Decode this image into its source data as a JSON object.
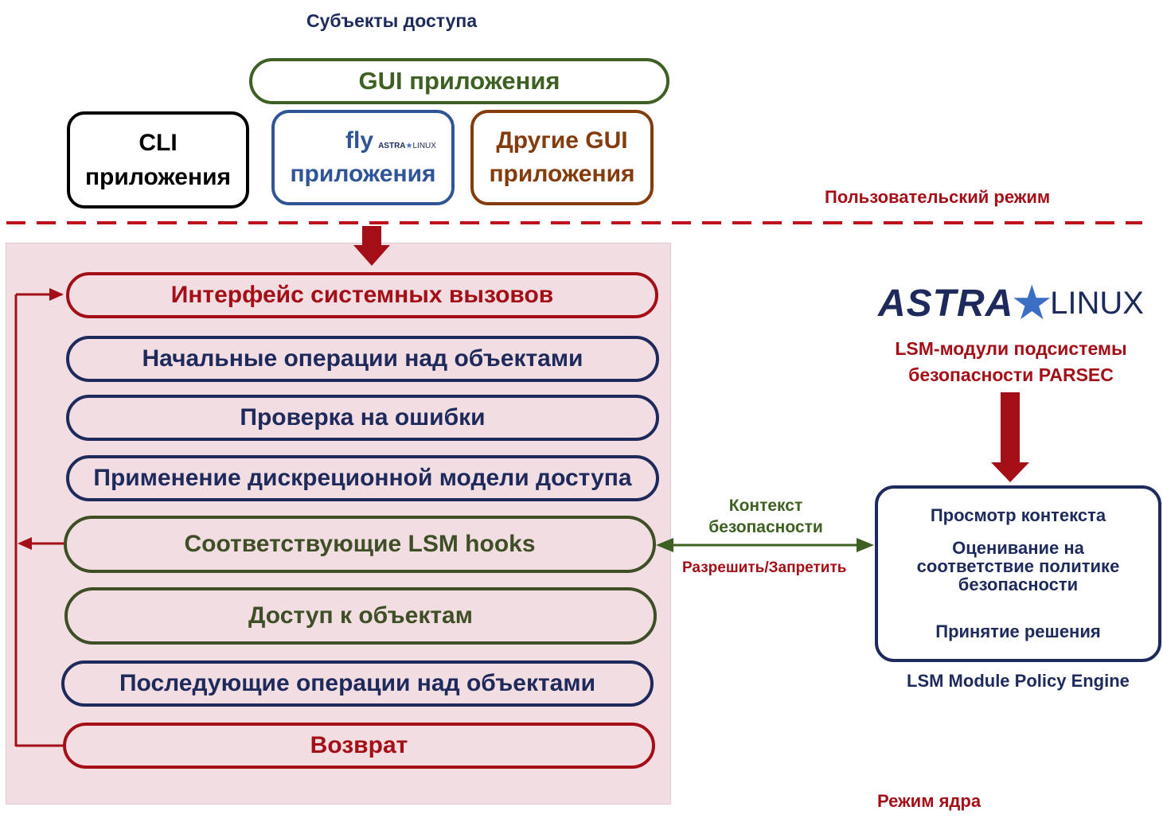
{
  "labels": {
    "subjects": "Субъекты доступа",
    "user_mode": "Пользовательский режим",
    "kernel_mode": "Режим ядра",
    "security_context": "Контекст безопасности",
    "allow_deny": "Разрешить/Запретить",
    "policy_engine": "LSM Module Policy Engine",
    "lsm_modules": "LSM-модули подсистемы безопасности PARSEC"
  },
  "apps": {
    "gui": "GUI приложения",
    "cli_line1": "CLI",
    "cli_line2": "приложения",
    "fly_word": "fly",
    "fly_line2": "приложения",
    "other_line1": "Другие GUI",
    "other_line2": "приложения"
  },
  "logo": {
    "astra": "ASTRA",
    "linux": "LINUX"
  },
  "steps": [
    "Интерфейс системных вызовов",
    "Начальные операции над объектами",
    "Проверка на ошибки",
    "Применение дискреционной модели доступа",
    "Соответствующие LSM hooks",
    "Доступ к объектам",
    "Последующие операции над объектами",
    "Возврат"
  ],
  "engine": {
    "item1": "Просмотр контекста",
    "item2": "Оценивание на соответствие политике безопасности",
    "item3": "Принятие решения"
  },
  "colors": {
    "red": "#a40f17",
    "navy": "#1e2a5c",
    "olive": "#3f4f25",
    "green": "#3f6023",
    "kernel_bg": "#f2dde3"
  }
}
